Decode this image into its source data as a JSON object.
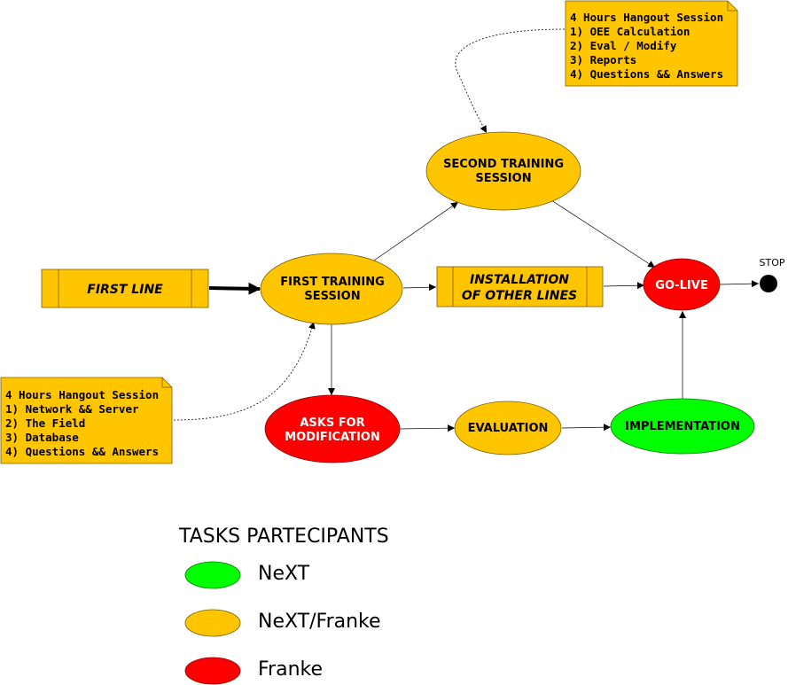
{
  "colors": {
    "green": "#00ff00",
    "orange": "#ffc600",
    "red": "#ff0000",
    "note": "#ffc600",
    "stop": "#000000"
  },
  "nodes": {
    "first_line": "FIRST LINE",
    "first_training": [
      "FIRST TRAINING",
      "SESSION"
    ],
    "second_training": [
      "SECOND TRAINING",
      "SESSION"
    ],
    "installation": [
      "INSTALLATION",
      "OF OTHER LINES"
    ],
    "go_live": "GO-LIVE",
    "stop": "STOP",
    "asks_modification": [
      "ASKS FOR",
      "MODIFICATION"
    ],
    "evaluation": "EVALUATION",
    "implementation": "IMPLEMENTATION"
  },
  "notes": {
    "top": [
      "4 Hours Hangout Session",
      "1) OEE Calculation",
      "2) Eval / Modify",
      "3) Reports",
      "4) Questions && Answers"
    ],
    "bottom": [
      "4 Hours Hangout Session",
      "1) Network && Server",
      "2) The Field",
      "3) Database",
      "4) Questions && Answers"
    ]
  },
  "legend": {
    "title": "TASKS PARTECIPANTS",
    "items": [
      {
        "label": "NeXT",
        "color": "#00ff00"
      },
      {
        "label": "NeXT/Franke",
        "color": "#ffc600"
      },
      {
        "label": "Franke",
        "color": "#ff0000"
      }
    ]
  }
}
